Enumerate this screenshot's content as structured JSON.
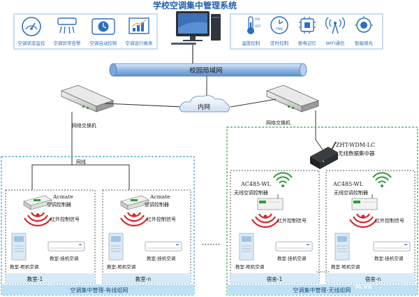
{
  "title": "学校空调集中管理系统",
  "left_features": [
    "空调状态监控",
    "空调异常告警",
    "空调自动控制",
    "空调运行报表"
  ],
  "right_features": [
    "温度控制",
    "定时控制",
    "断电记忆",
    "WIFI通信",
    "智能感光"
  ],
  "timer_icon_text": "TIME",
  "onoff_labels": [
    "ON",
    "OFF"
  ],
  "network": {
    "campus_lan": "校园局域网",
    "intranet": "内网",
    "switch_left": "网络交换机",
    "switch_right": "网络交换机",
    "wire_label": "网线"
  },
  "gateway": {
    "model": "ZHT-WDM-LC",
    "name": "无线数据集中器"
  },
  "wired": {
    "footer": "空调集中管理-有线组网",
    "rooms": [
      {
        "controller_brand": "Acmate",
        "controller_name": "空调控制器",
        "ir_signal": "红外控制信号",
        "cabinet_label": "教室-柜机空调",
        "wall_label": "教室-挂机空调",
        "room_name": "教室-1"
      },
      {
        "controller_brand": "Acmate",
        "controller_name": "空调控制器",
        "ir_signal": "红外控制信号",
        "cabinet_label": "教室-柜机空调",
        "wall_label": "教室-挂机空调",
        "room_name": "教室-n"
      }
    ]
  },
  "wireless": {
    "footer": "空调集中管理-无线组网",
    "rooms": [
      {
        "controller_model": "AC485-WL",
        "controller_name": "无线空调控制器",
        "ir_signal": "红外控制信号",
        "cabinet_label": "教室-柜机空调",
        "wall_label": "教室-挂机空调",
        "room_name": "宿舍-1"
      },
      {
        "controller_model": "AC485-WL",
        "controller_name": "无线空调控制器",
        "ir_signal": "红外控制信号",
        "cabinet_label": "教室-柜机空调",
        "wall_label": "教室-挂机空调",
        "room_name": "宿舍-n"
      }
    ]
  },
  "ellipsis": "·······",
  "watermark": "m.va",
  "colors": {
    "title": "#1f5fae",
    "label_blue": "#2b6fbd",
    "panel_border": "#9bbbe0",
    "wired_border": "#3aa0d8",
    "wireless_border": "#2fa84f",
    "room_border": "#555555",
    "footer_bar": "#bfe1f5",
    "room_bar": "#d6ebf7",
    "ir_red": "#d8262a",
    "wifi_green": "#2e9e3a",
    "lan_fill": "#8fb7e3"
  }
}
